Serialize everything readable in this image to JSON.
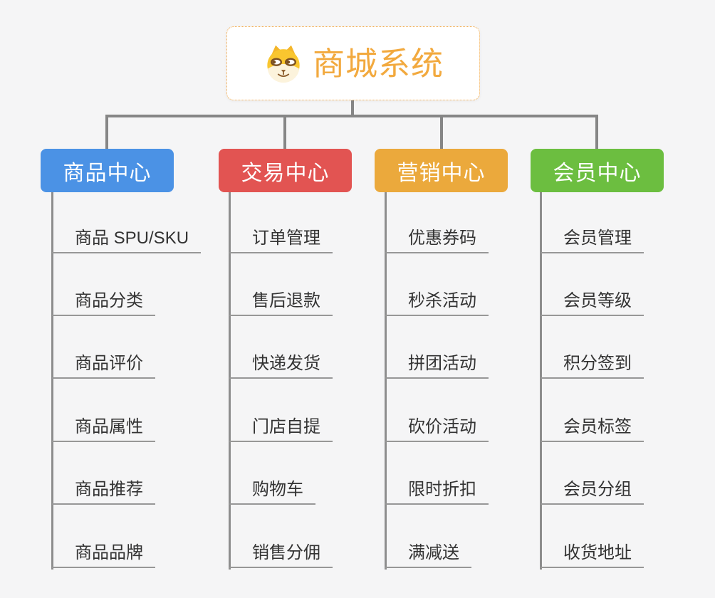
{
  "root": {
    "title": "商城系统",
    "title_color": "#F2A93E",
    "icon": "shiba-dog-face-icon",
    "border_color": "#F3A845"
  },
  "branches": [
    {
      "label": "商品中心",
      "color": "#4B92E5",
      "items": [
        "商品 SPU/SKU",
        "商品分类",
        "商品评价",
        "商品属性",
        "商品推荐",
        "商品品牌"
      ]
    },
    {
      "label": "交易中心",
      "color": "#E25452",
      "items": [
        "订单管理",
        "售后退款",
        "快递发货",
        "门店自提",
        "购物车",
        "销售分佣"
      ]
    },
    {
      "label": "营销中心",
      "color": "#EBA93C",
      "items": [
        "优惠券码",
        "秒杀活动",
        "拼团活动",
        "砍价活动",
        "限时折扣",
        "满减送"
      ]
    },
    {
      "label": "会员中心",
      "color": "#6CBE40",
      "items": [
        "会员管理",
        "会员等级",
        "积分签到",
        "会员标签",
        "会员分组",
        "收货地址"
      ]
    }
  ],
  "colors": {
    "background": "#F5F5F6",
    "connector": "#868686",
    "item_text": "#333333",
    "item_underline": "#979797"
  }
}
